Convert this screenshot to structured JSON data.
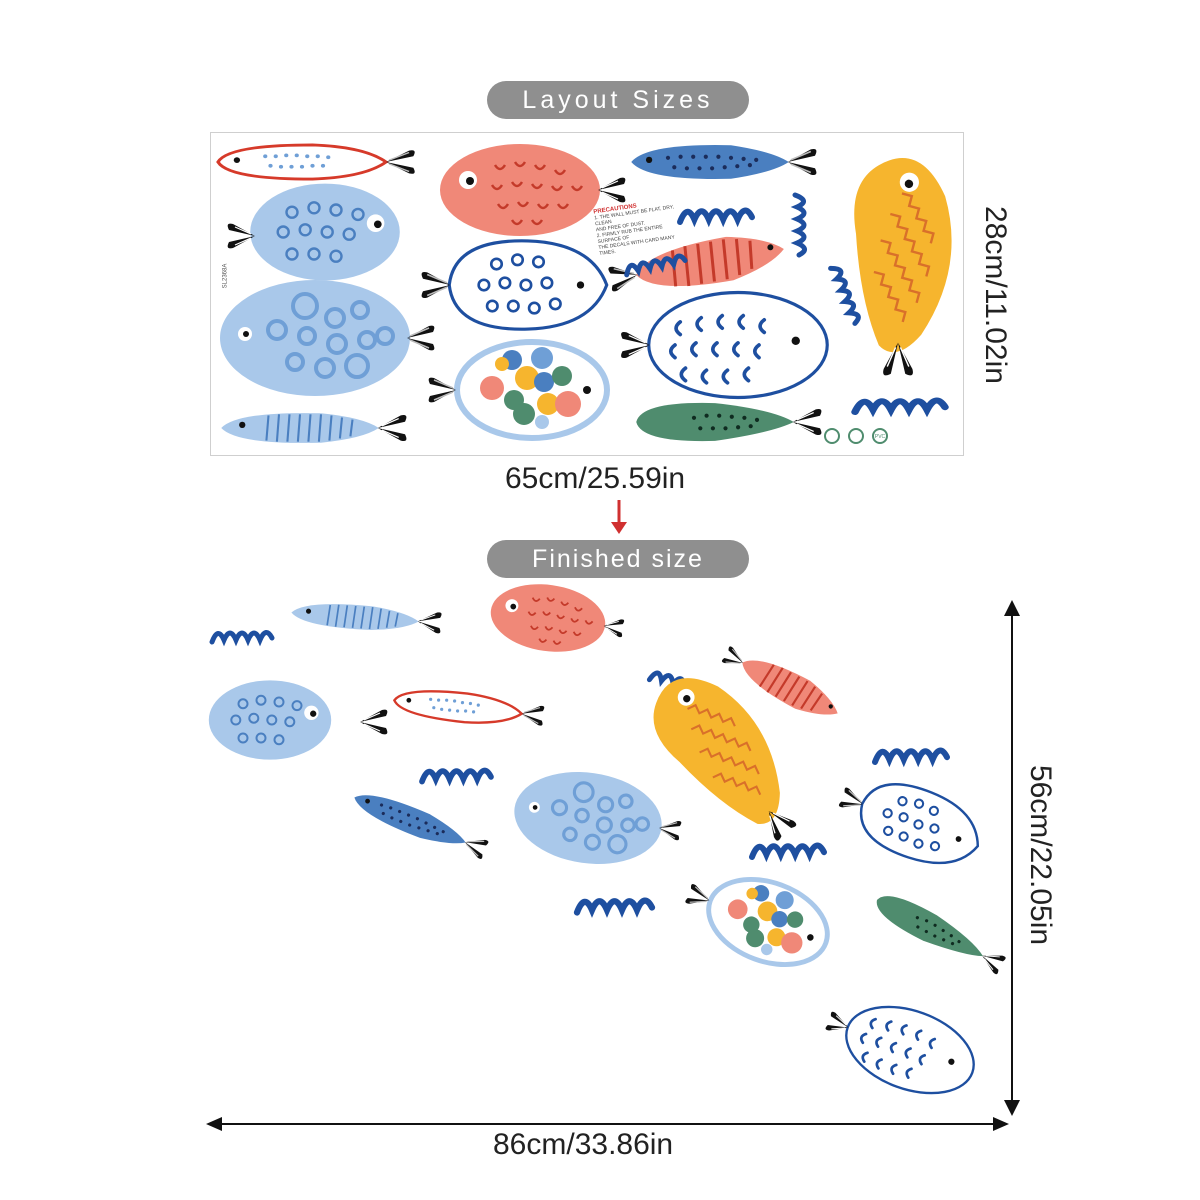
{
  "labels": {
    "layout_title": "Layout Sizes",
    "finished_title": "Finished size",
    "sheet_width": "65cm/25.59in",
    "sheet_height": "28cm/11.02in",
    "finished_height": "56cm/22.05in",
    "finished_width": "86cm/33.86in"
  },
  "sheet": {
    "code": "SL2368A",
    "precautions_title": "PRECAUTIONS",
    "precautions_lines": [
      "1. THE WALL MUST BE FLAT, DRY, CLEAN",
      "AND FREE OF DUST.",
      "2. FIRMLY RUB THE ENTIRE SURFACE OF",
      "THE DECALS WITH CARD MANY TIMES."
    ],
    "badge_text": "PVC"
  },
  "colors": {
    "pill_bg": "#8f8f8f",
    "arrow": "#d03030",
    "navy": "#1e4fa0",
    "light_blue": "#a9c8ea",
    "salmon": "#f08878",
    "yellow": "#f6b52e",
    "green": "#4f8c6e",
    "red_outline": "#d63a2a"
  }
}
